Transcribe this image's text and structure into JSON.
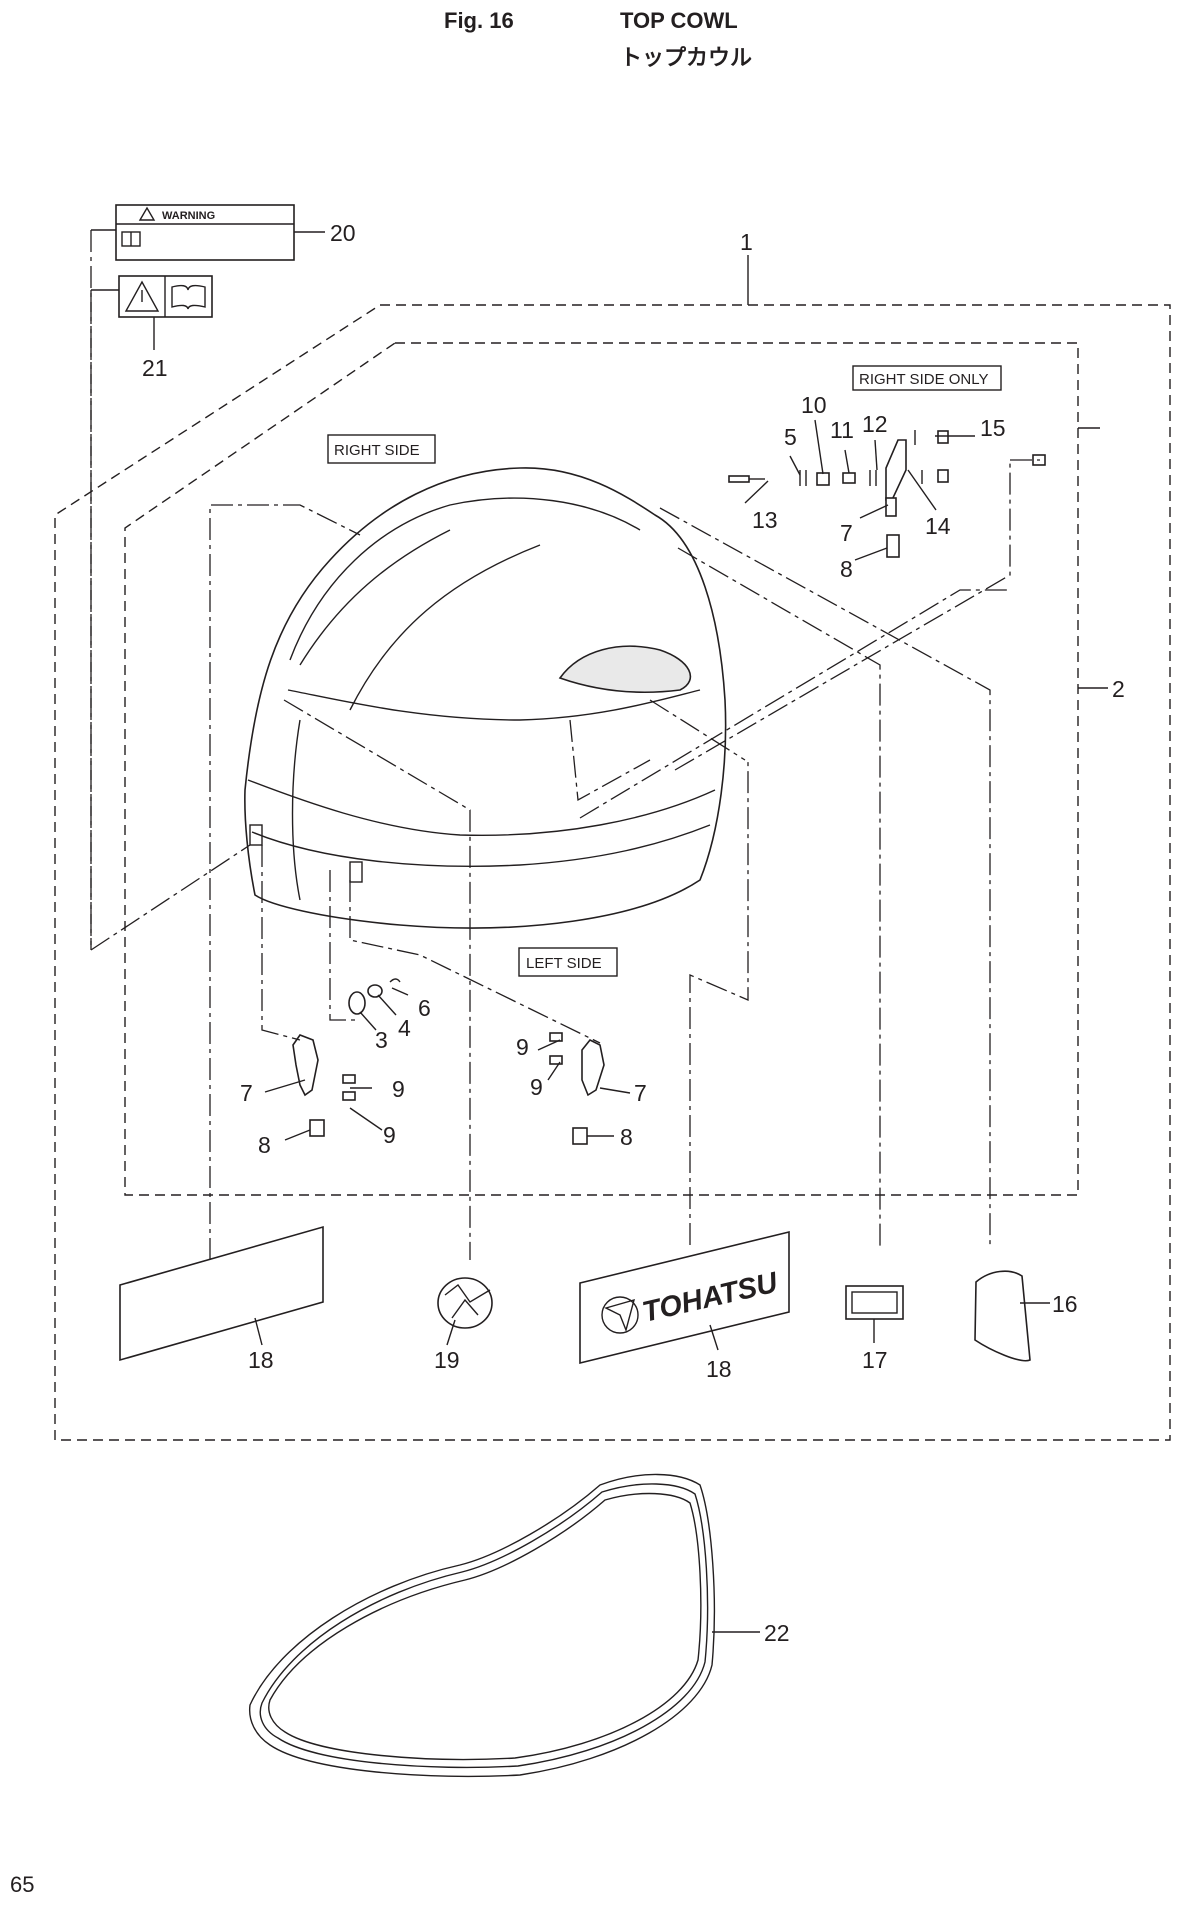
{
  "header": {
    "figure_number": "Fig. 16",
    "title": "TOP COWL",
    "title_jp": "トップカウル"
  },
  "page_number": "65",
  "labels": {
    "right_side": "RIGHT SIDE",
    "left_side": "LEFT SIDE",
    "right_side_only": "RIGHT SIDE ONLY"
  },
  "decals": {
    "warning_text": "WARNING",
    "brand_logo": "TOHATSU"
  },
  "callouts": {
    "c1": "1",
    "c2": "2",
    "c3": "3",
    "c4": "4",
    "c5": "5",
    "c6": "6",
    "c7a": "7",
    "c7b": "7",
    "c7c": "7",
    "c8a": "8",
    "c8b": "8",
    "c8c": "8",
    "c9a": "9",
    "c9b": "9",
    "c9c": "9",
    "c9d": "9",
    "c10": "10",
    "c11": "11",
    "c12": "12",
    "c13": "13",
    "c14": "14",
    "c15": "15",
    "c16": "16",
    "c17": "17",
    "c18a": "18",
    "c18b": "18",
    "c19": "19",
    "c20": "20",
    "c21": "21",
    "c22": "22"
  }
}
